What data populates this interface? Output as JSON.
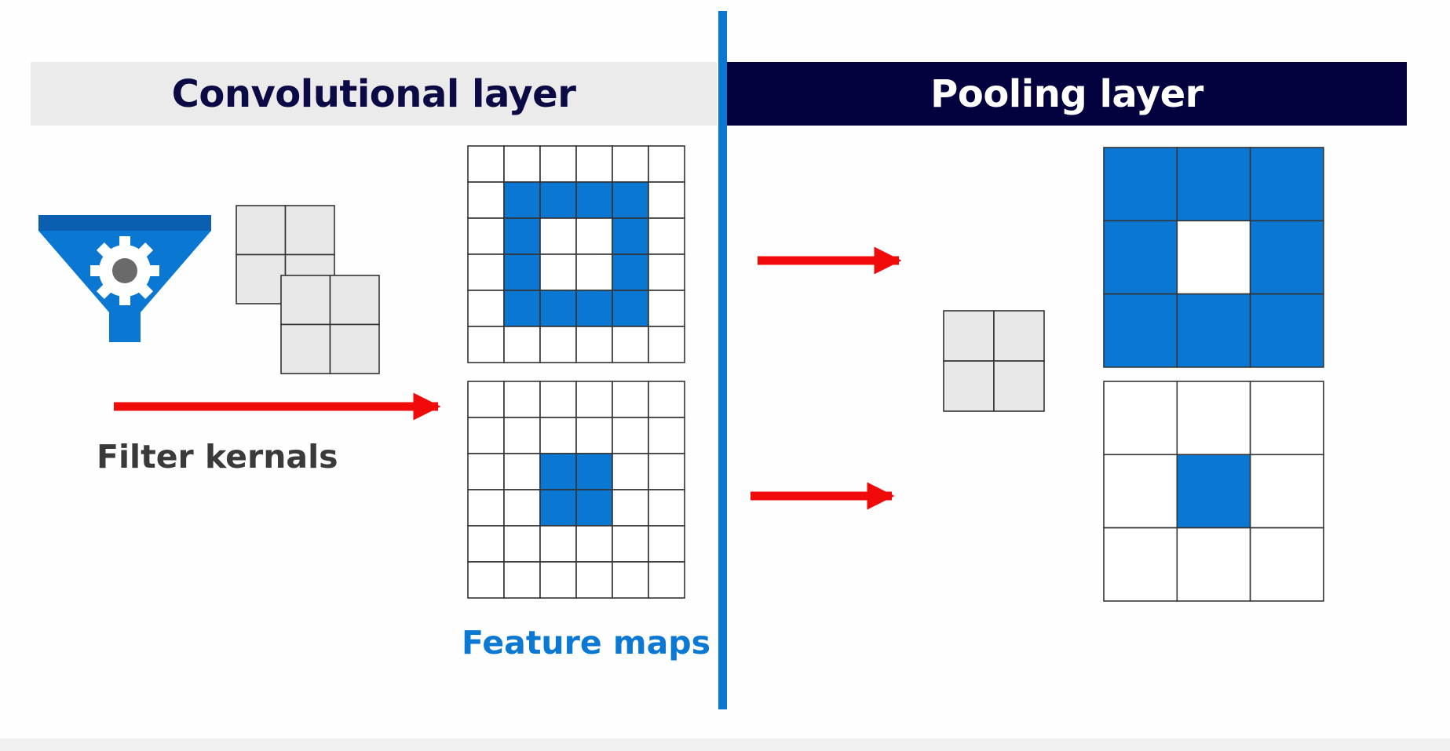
{
  "headers": {
    "convolutional": "Convolutional layer",
    "pooling": "Pooling layer"
  },
  "labels": {
    "filter_kernels": "Filter kernals",
    "feature_maps": "Feature maps"
  },
  "colors": {
    "blue": "#0a78d2",
    "arrow_red": "#f00a0a",
    "kernel_gray": "#e8e8e8",
    "grid_line": "#333333",
    "conv_header_bg": "#ebebeb",
    "conv_header_text": "#0c0a45",
    "pool_header_bg": "#04023e"
  },
  "icons": [
    "filter-funnel-gear-icon"
  ],
  "grids": {
    "feature_map_top": {
      "rows": 6,
      "cols": 6,
      "filled": [
        [
          1,
          1
        ],
        [
          1,
          2
        ],
        [
          1,
          3
        ],
        [
          1,
          4
        ],
        [
          2,
          1
        ],
        [
          2,
          4
        ],
        [
          3,
          1
        ],
        [
          3,
          4
        ],
        [
          4,
          1
        ],
        [
          4,
          2
        ],
        [
          4,
          3
        ],
        [
          4,
          4
        ]
      ]
    },
    "feature_map_bottom": {
      "rows": 6,
      "cols": 6,
      "filled": [
        [
          2,
          2
        ],
        [
          2,
          3
        ],
        [
          3,
          2
        ],
        [
          3,
          3
        ]
      ]
    },
    "pooled_top": {
      "rows": 3,
      "cols": 3,
      "filled": [
        [
          0,
          0
        ],
        [
          0,
          1
        ],
        [
          0,
          2
        ],
        [
          1,
          0
        ],
        [
          1,
          2
        ],
        [
          2,
          0
        ],
        [
          2,
          1
        ],
        [
          2,
          2
        ]
      ]
    },
    "pooled_bottom": {
      "rows": 3,
      "cols": 3,
      "filled": [
        [
          1,
          1
        ]
      ]
    },
    "kernel_back": {
      "rows": 2,
      "cols": 2,
      "filled": []
    },
    "kernel_front": {
      "rows": 2,
      "cols": 2,
      "filled": []
    },
    "pool_window": {
      "rows": 2,
      "cols": 2,
      "filled": []
    }
  }
}
